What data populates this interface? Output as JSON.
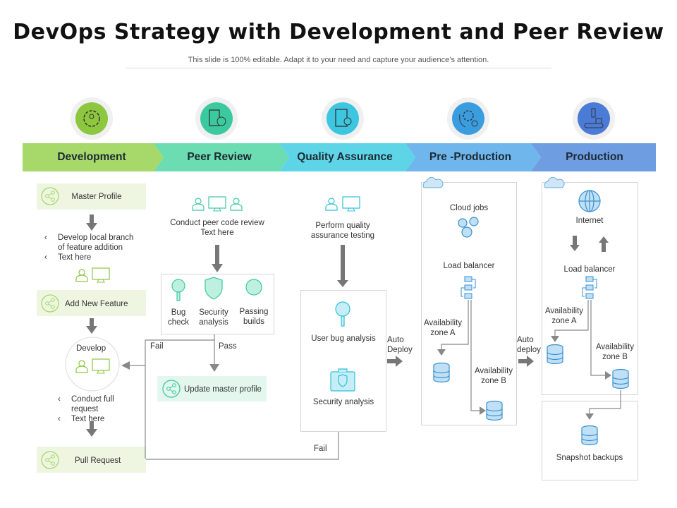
{
  "title": "DevOps Strategy with Development and Peer Review",
  "subtitle": "This slide is 100% editable. Adapt it to your need and capture your audience’s attention.",
  "stages": [
    {
      "label": "Development",
      "color": "#a6d86a",
      "icon": "gear-user-icon"
    },
    {
      "label": "Peer Review",
      "color": "#6cdcb2",
      "icon": "document-user-icon"
    },
    {
      "label": "Quality Assurance",
      "color": "#5ed5e6",
      "icon": "clipboard-badge-icon"
    },
    {
      "label": "Pre -Production",
      "color": "#6eb6ec",
      "icon": "hand-gears-icon"
    },
    {
      "label": "Production",
      "color": "#6f9de2",
      "icon": "conveyor-robot-icon"
    }
  ],
  "development": {
    "master_profile": "Master Profile",
    "bullets1": [
      "Develop local branch of feature addition",
      "Text here"
    ],
    "add_feature": "Add New Feature",
    "develop": "Develop",
    "bullets2": [
      "Conduct full request",
      "Text here"
    ],
    "pull_request": "Pull Request"
  },
  "peer_review": {
    "conduct": "Conduct peer code review",
    "conduct2": "Text here",
    "checks": [
      "Bug check",
      "Security analysis",
      "Passing builds"
    ],
    "fail": "Fail",
    "pass": "Pass",
    "update": "Update master profile"
  },
  "qa": {
    "perform": "Perform quality assurance testing",
    "user_bug": "User bug analysis",
    "security": "Security analysis",
    "auto_deploy": "Auto Deploy",
    "fail": "Fail"
  },
  "pre_production": {
    "cloud_jobs": "Cloud jobs",
    "load_balancer": "Load balancer",
    "zone_a": "Availability zone A",
    "zone_b": "Availability zone B",
    "auto_deploy": "Auto deploy"
  },
  "production": {
    "internet": "Internet",
    "load_balancer": "Load balancer",
    "zone_a": "Availability zone A",
    "zone_b": "Availability zone B",
    "snapshot": "Snapshot backups"
  }
}
